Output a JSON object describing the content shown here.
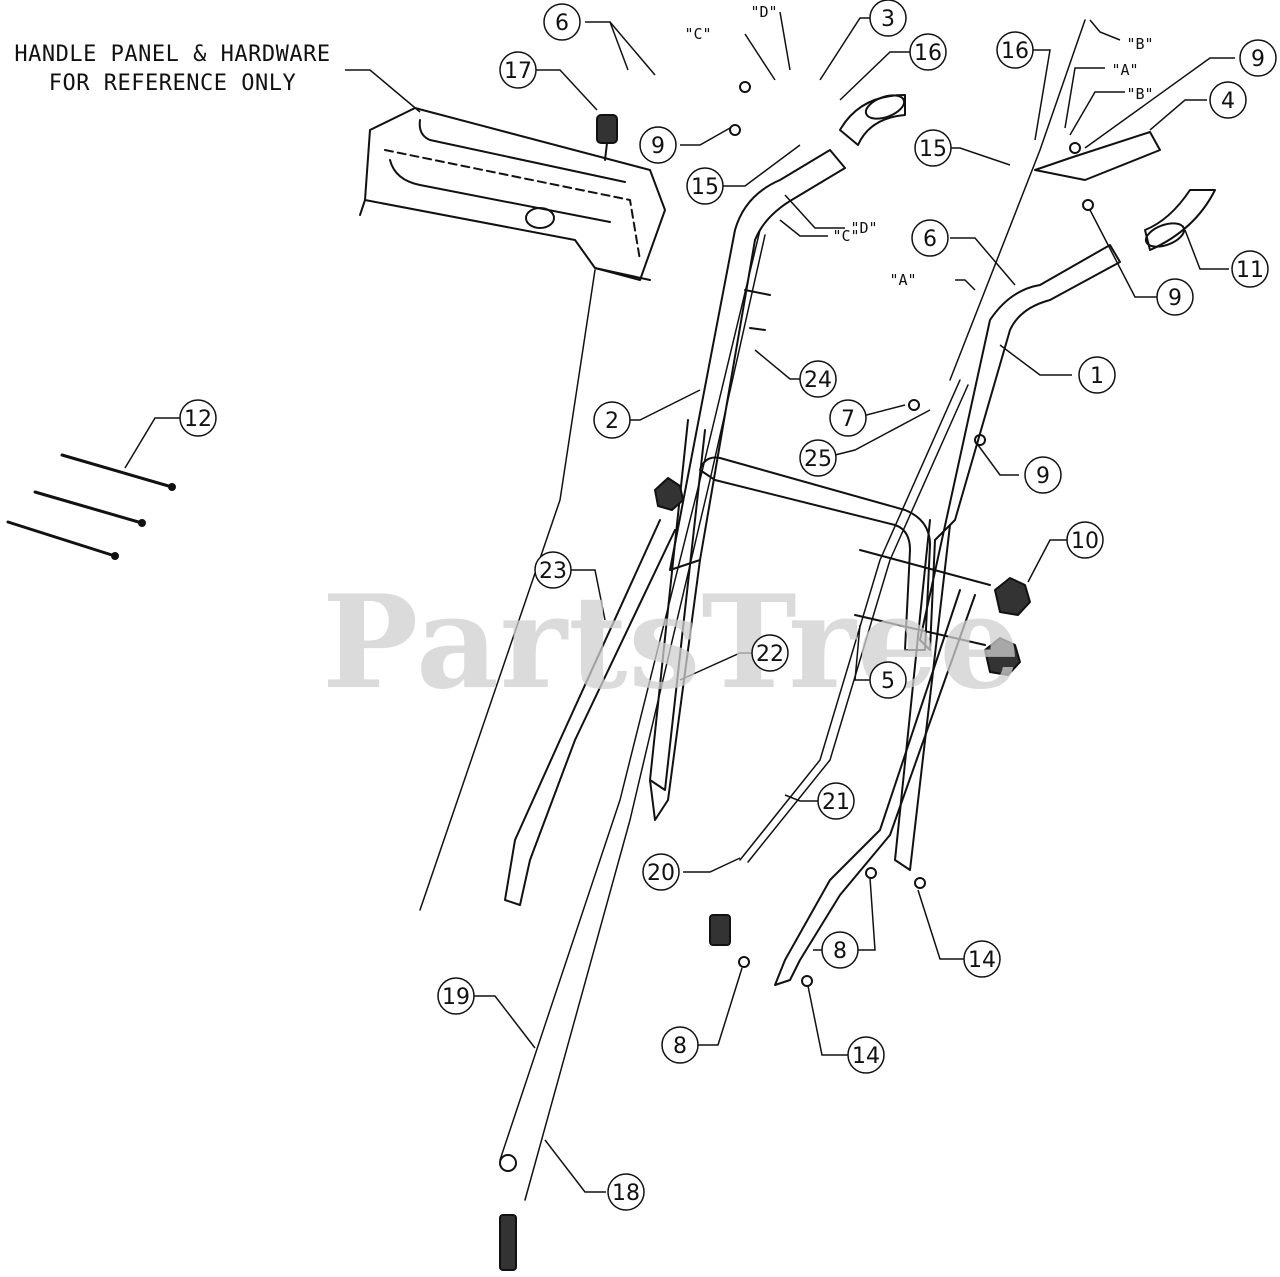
{
  "reference_note": {
    "line1": "HANDLE PANEL & HARDWARE",
    "line2": "FOR REFERENCE ONLY"
  },
  "watermark": "PartsTree",
  "callouts": [
    {
      "id": "c1",
      "label": "1"
    },
    {
      "id": "c2",
      "label": "2"
    },
    {
      "id": "c3",
      "label": "3"
    },
    {
      "id": "c4",
      "label": "4"
    },
    {
      "id": "c5",
      "label": "5"
    },
    {
      "id": "c6a",
      "label": "6"
    },
    {
      "id": "c6b",
      "label": "6"
    },
    {
      "id": "c7",
      "label": "7"
    },
    {
      "id": "c8a",
      "label": "8"
    },
    {
      "id": "c8b",
      "label": "8"
    },
    {
      "id": "c9a",
      "label": "9"
    },
    {
      "id": "c9b",
      "label": "9"
    },
    {
      "id": "c9c",
      "label": "9"
    },
    {
      "id": "c9d",
      "label": "9"
    },
    {
      "id": "c10",
      "label": "10"
    },
    {
      "id": "c11",
      "label": "11"
    },
    {
      "id": "c12",
      "label": "12"
    },
    {
      "id": "c14a",
      "label": "14"
    },
    {
      "id": "c14b",
      "label": "14"
    },
    {
      "id": "c15a",
      "label": "15"
    },
    {
      "id": "c15b",
      "label": "15"
    },
    {
      "id": "c16a",
      "label": "16"
    },
    {
      "id": "c16b",
      "label": "16"
    },
    {
      "id": "c17",
      "label": "17"
    },
    {
      "id": "c18",
      "label": "18"
    },
    {
      "id": "c19",
      "label": "19"
    },
    {
      "id": "c20",
      "label": "20"
    },
    {
      "id": "c21",
      "label": "21"
    },
    {
      "id": "c22",
      "label": "22"
    },
    {
      "id": "c23",
      "label": "23"
    },
    {
      "id": "c24",
      "label": "24"
    },
    {
      "id": "c25",
      "label": "25"
    }
  ],
  "reference_letters": [
    {
      "id": "rC1",
      "label": "\"C\""
    },
    {
      "id": "rD1",
      "label": "\"D\""
    },
    {
      "id": "rD2",
      "label": "\"D\""
    },
    {
      "id": "rC2",
      "label": "\"C\""
    },
    {
      "id": "rB1",
      "label": "\"B\""
    },
    {
      "id": "rA1",
      "label": "\"A\""
    },
    {
      "id": "rB2",
      "label": "\"B\""
    },
    {
      "id": "rA2",
      "label": "\"A\""
    }
  ]
}
